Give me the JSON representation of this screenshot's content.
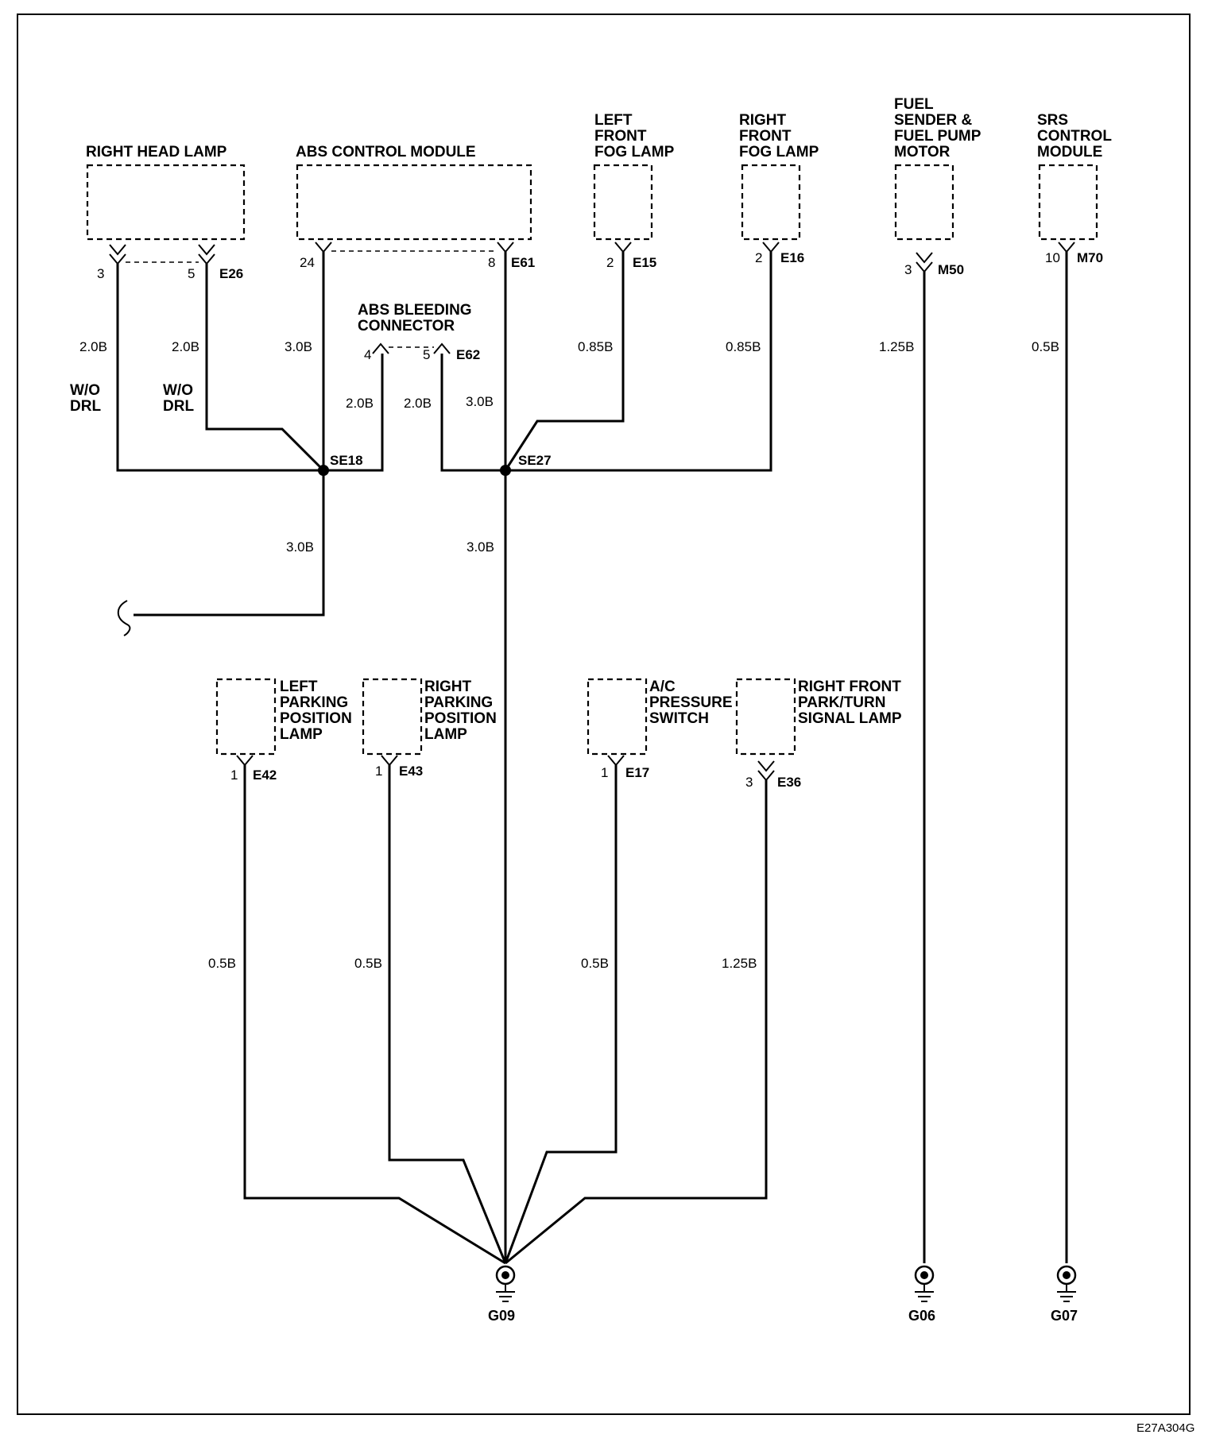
{
  "diagram_code": "E27A304G",
  "components": {
    "right_head_lamp": "RIGHT HEAD LAMP",
    "abs_control_module": "ABS CONTROL MODULE",
    "left_front_fog_lamp": [
      "LEFT",
      "FRONT",
      "FOG LAMP"
    ],
    "right_front_fog_lamp": [
      "RIGHT",
      "FRONT",
      "FOG LAMP"
    ],
    "fuel_sender": [
      "FUEL",
      "SENDER &",
      "FUEL PUMP",
      "MOTOR"
    ],
    "srs_control_module": [
      "SRS",
      "CONTROL",
      "MODULE"
    ],
    "abs_bleeding_connector": [
      "ABS BLEEDING",
      "CONNECTOR"
    ],
    "left_parking_position_lamp": [
      "LEFT",
      "PARKING",
      "POSITION",
      "LAMP"
    ],
    "right_parking_position_lamp": [
      "RIGHT",
      "PARKING",
      "POSITION",
      "LAMP"
    ],
    "ac_pressure_switch": [
      "A/C",
      "PRESSURE",
      "SWITCH"
    ],
    "right_front_park_turn_lamp": [
      "RIGHT FRONT",
      "PARK/TURN",
      "SIGNAL LAMP"
    ]
  },
  "connectors": {
    "e26": "E26",
    "e61": "E61",
    "e15": "E15",
    "e16": "E16",
    "m50": "M50",
    "m70": "M70",
    "e62": "E62",
    "e42": "E42",
    "e43": "E43",
    "e17": "E17",
    "e36": "E36"
  },
  "pins": {
    "e26_a": "3",
    "e26_b": "5",
    "e61_a": "24",
    "e61_b": "8",
    "e15": "2",
    "e16": "2",
    "m50": "3",
    "m70": "10",
    "e62_a": "4",
    "e62_b": "5",
    "e42": "1",
    "e43": "1",
    "e17": "1",
    "e36": "3"
  },
  "wires": {
    "w1": "2.0B",
    "w2": "2.0B",
    "w3": "3.0B",
    "w4": "0.85B",
    "w5": "0.85B",
    "w6": "1.25B",
    "w7": "0.5B",
    "w8": "2.0B",
    "w9": "2.0B",
    "w10": "3.0B",
    "w11": "3.0B",
    "w12": "3.0B",
    "w13": "0.5B",
    "w14": "0.5B",
    "w15": "0.5B",
    "w16": "1.25B"
  },
  "notes": {
    "wo_drl_1": [
      "W/O",
      "DRL"
    ],
    "wo_drl_2": [
      "W/O",
      "DRL"
    ]
  },
  "splices": {
    "se18": "SE18",
    "se27": "SE27"
  },
  "grounds": {
    "g09": "G09",
    "g06": "G06",
    "g07": "G07"
  }
}
